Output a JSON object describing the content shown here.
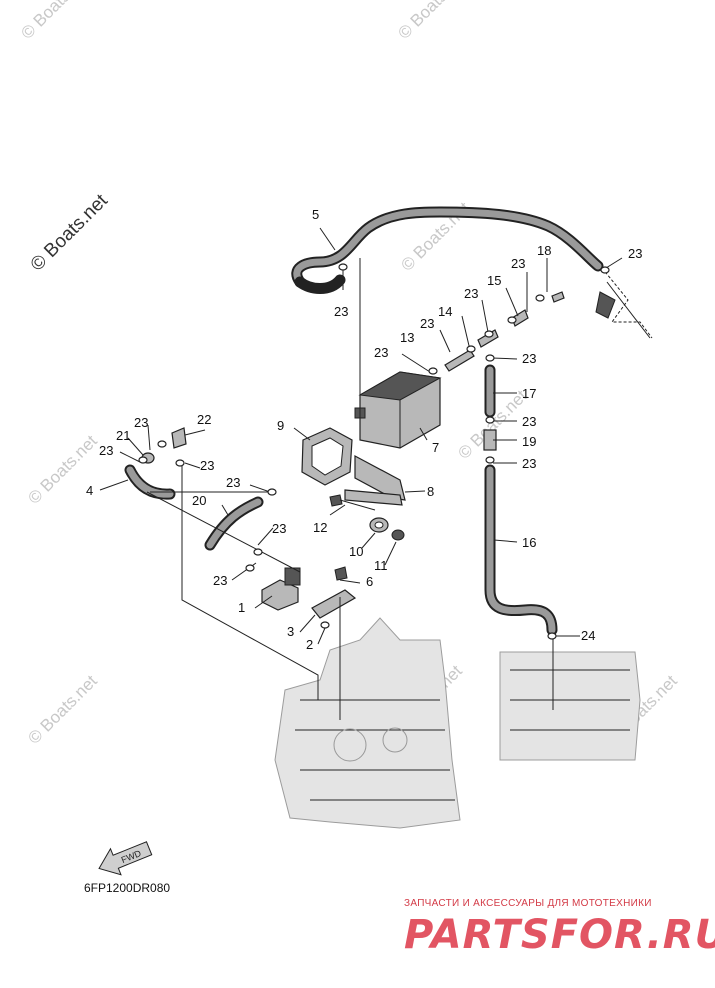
{
  "watermark": {
    "brand": "© Boats.net",
    "small": "© Boats.net"
  },
  "diagram_code": "6FP1200DR080",
  "banner": {
    "top_text": "ЗАПЧАСТИ И АКСЕССУАРЫ ДЛЯ МОТОТЕХНИКИ",
    "logo_text": "PARTSFOR.RU"
  },
  "arrow_label": "FWD",
  "callouts": [
    "1",
    "2",
    "3",
    "4",
    "5",
    "6",
    "7",
    "8",
    "9",
    "10",
    "11",
    "12",
    "13",
    "14",
    "15",
    "16",
    "17",
    "18",
    "19",
    "20",
    "21",
    "22",
    "23",
    "24"
  ],
  "labels": {
    "l1": "1",
    "l2": "2",
    "l3": "3",
    "l4": "4",
    "l5": "5",
    "l6": "6",
    "l7": "7",
    "l8": "8",
    "l9": "9",
    "l10": "10",
    "l11": "11",
    "l12": "12",
    "l13": "13",
    "l14": "14",
    "l15": "15",
    "l16": "16",
    "l17": "17",
    "l18": "18",
    "l19": "19",
    "l20": "20",
    "l21": "21",
    "l22": "22",
    "l23": "23",
    "l24": "24"
  }
}
